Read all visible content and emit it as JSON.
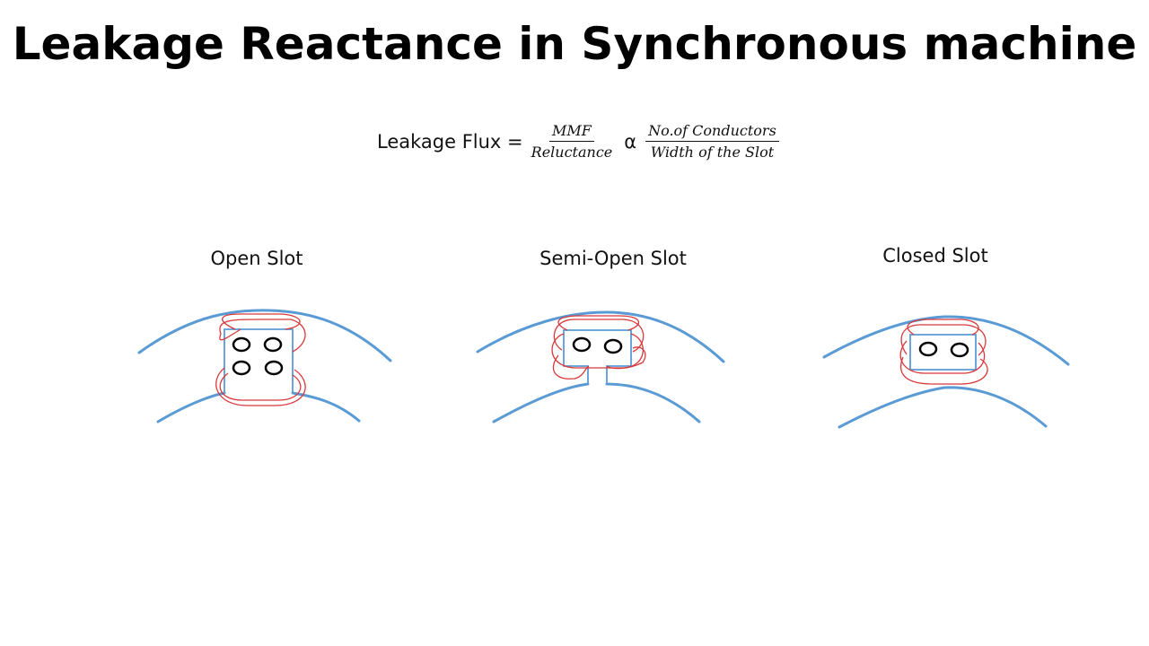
{
  "title": "Leakage Reactance in Synchronous machine",
  "formula": {
    "lhs": "Leakage Flux =",
    "frac1_num": "MMF",
    "frac1_den": "Reluctance",
    "alpha": "α",
    "frac2_num": "No.of Conductors",
    "frac2_den": "Width of the Slot"
  },
  "slots": [
    {
      "label": "Open Slot"
    },
    {
      "label": "Semi-Open Slot"
    },
    {
      "label": "Closed Slot"
    }
  ],
  "colors": {
    "core": "#5b9bd5",
    "flux": "#d9383a",
    "conductor": "#000000"
  }
}
